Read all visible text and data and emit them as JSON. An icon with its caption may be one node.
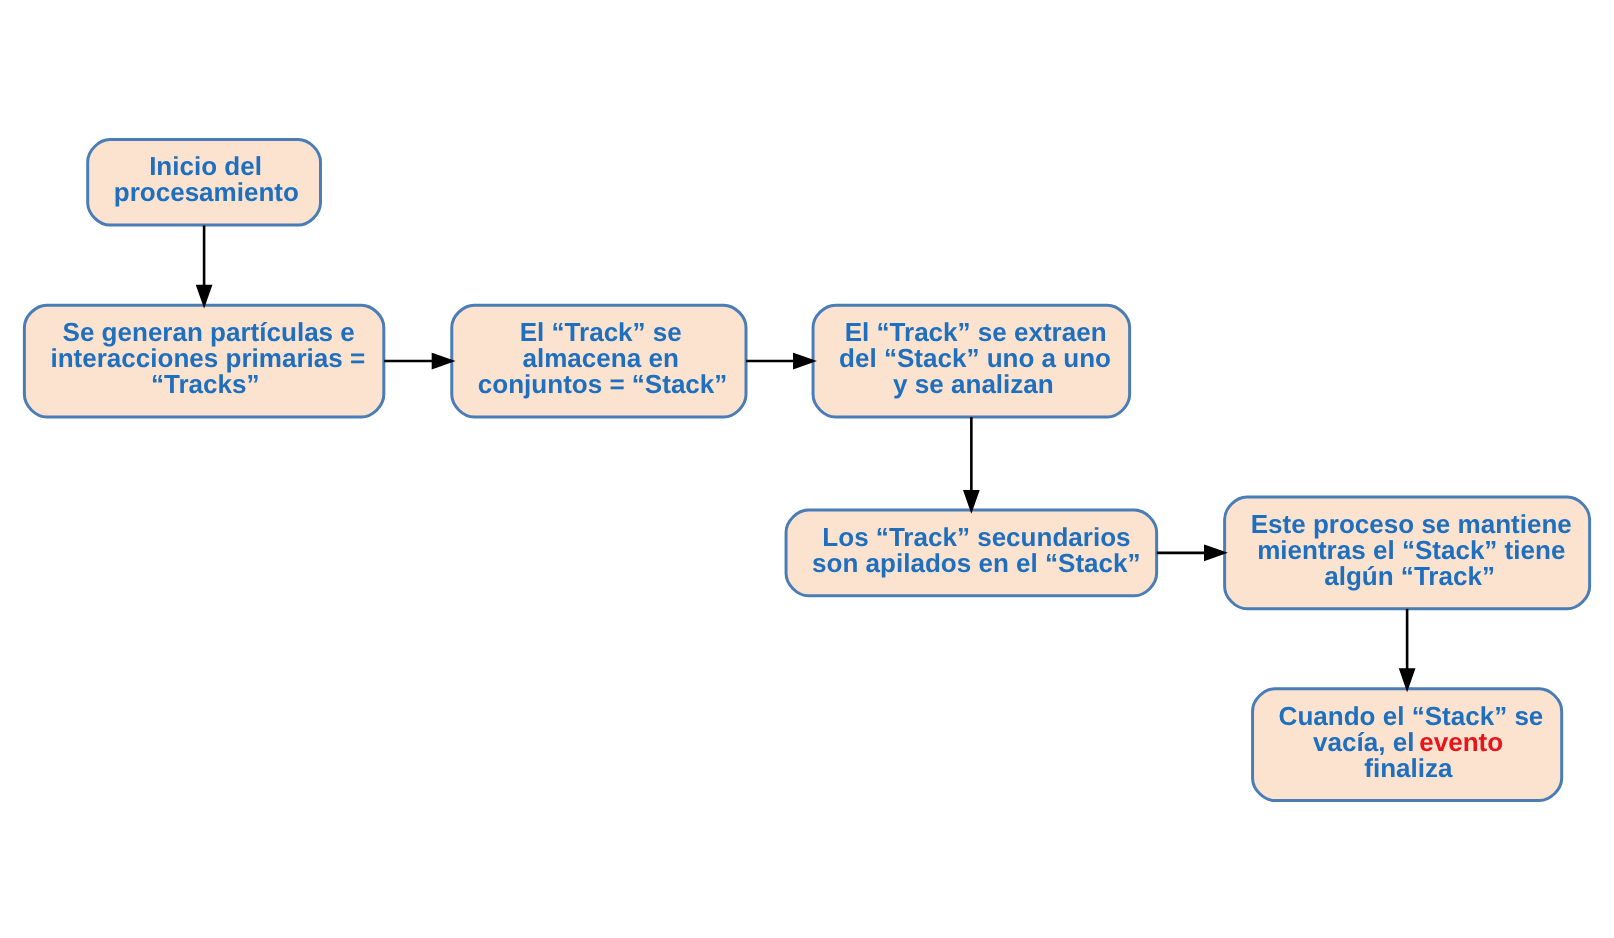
{
  "diagram": {
    "nodes": [
      {
        "text": [
          "Inicio del procesamiento"
        ]
      },
      {
        "text": [
          "Se generan partículas e interacciones primarias = “Tracks”"
        ]
      },
      {
        "text": [
          "El “Track” se almacena en conjuntos = “Stack”"
        ]
      },
      {
        "text": [
          "El “Track” se extraen del “Stack” uno a uno y se analizan"
        ]
      },
      {
        "text": [
          "Los “Track” secundarios son apilados en el “Stack”"
        ]
      },
      {
        "text": [
          "Este proceso se mantiene mientras el “Stack” tiene algún “Track”"
        ]
      },
      {
        "text": [
          "Cuando el “Stack” se vacía, el **evento** finaliza"
        ]
      }
    ],
    "edges": [
      {
        "from": 0,
        "to": 1,
        "arrow": "to"
      },
      {
        "from": 1,
        "to": 2,
        "arrow": "to"
      },
      {
        "from": 2,
        "to": 3,
        "arrow": "to"
      },
      {
        "from": 3,
        "to": 4,
        "arrow": "to"
      },
      {
        "from": 4,
        "to": 5,
        "arrow": "to"
      },
      {
        "from": 5,
        "to": 6,
        "arrow": "to"
      }
    ]
  }
}
